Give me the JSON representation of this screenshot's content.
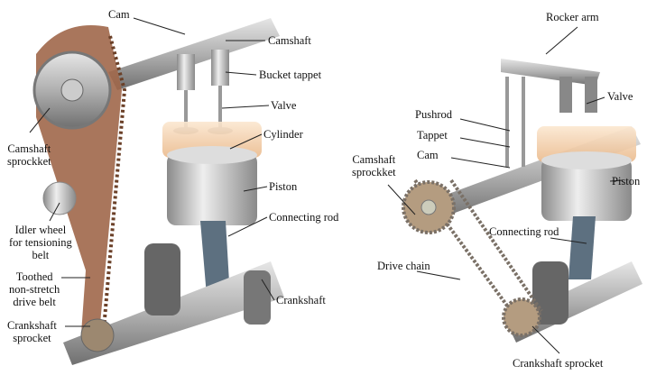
{
  "left_diagram": {
    "labels": {
      "cam": "Cam",
      "camshaft": "Camshaft",
      "bucket_tappet": "Bucket tappet",
      "valve": "Valve",
      "cylinder": "Cylinder",
      "piston": "Piston",
      "connecting_rod": "Connecting rod",
      "crankshaft": "Crankshaft",
      "camshaft_sprocket": [
        "Camshaft",
        "sprockket"
      ],
      "idler_wheel": [
        "Idler wheel",
        "for tensioning",
        "belt"
      ],
      "drive_belt": [
        "Toothed",
        "non-stretch",
        "drive belt"
      ],
      "crankshaft_sprocket": [
        "Crankshaft",
        "sprocket"
      ]
    }
  },
  "right_diagram": {
    "labels": {
      "rocker_arm": "Rocker arm",
      "valve": "Valve",
      "pushrod": "Pushrod",
      "tappet": "Tappet",
      "cam": "Cam",
      "camshaft_sprocket": [
        "Camshaft",
        "sprockket"
      ],
      "piston": "Piston",
      "connecting_rod": "Connecting rod",
      "drive_chain": "Drive chain",
      "crankshaft_sprocket": "Crankshaft sprocket"
    }
  },
  "colors": {
    "belt": "#a0674a",
    "metal": "#b9b9b9",
    "cylinder": "#f2d2b0",
    "chain": "#7a7066"
  }
}
